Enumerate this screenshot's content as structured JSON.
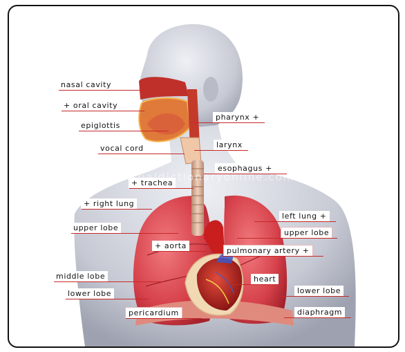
{
  "labels": {
    "nasal_cavity": "nasal cavity",
    "oral_cavity": "+ oral cavity",
    "epiglottis": "epiglottis",
    "vocal_cord": "vocal cord",
    "pharynx": "pharynx +",
    "larynx": "larynx",
    "esophagus": "esophagus +",
    "trachea": "+ trachea",
    "right_lung": "+ right lung",
    "upper_lobe_left_side": "upper lobe",
    "aorta": "+ aorta",
    "middle_lobe": "middle lobe",
    "lower_lobe_left_side": "lower lobe",
    "pericardium": "pericardium",
    "left_lung": "left lung +",
    "upper_lobe_right_side": "upper lobe",
    "pulmonary_artery": "pulmonary artery +",
    "heart": "heart",
    "lower_lobe_right_side": "lower lobe",
    "diaphragm": "diaphragm"
  },
  "watermark": "www.visualdictionaryonline.com",
  "colors": {
    "leader_line": "#c62828",
    "body": "#c9ccd6",
    "lung": "#d9434b",
    "airway": "#e0522a"
  }
}
